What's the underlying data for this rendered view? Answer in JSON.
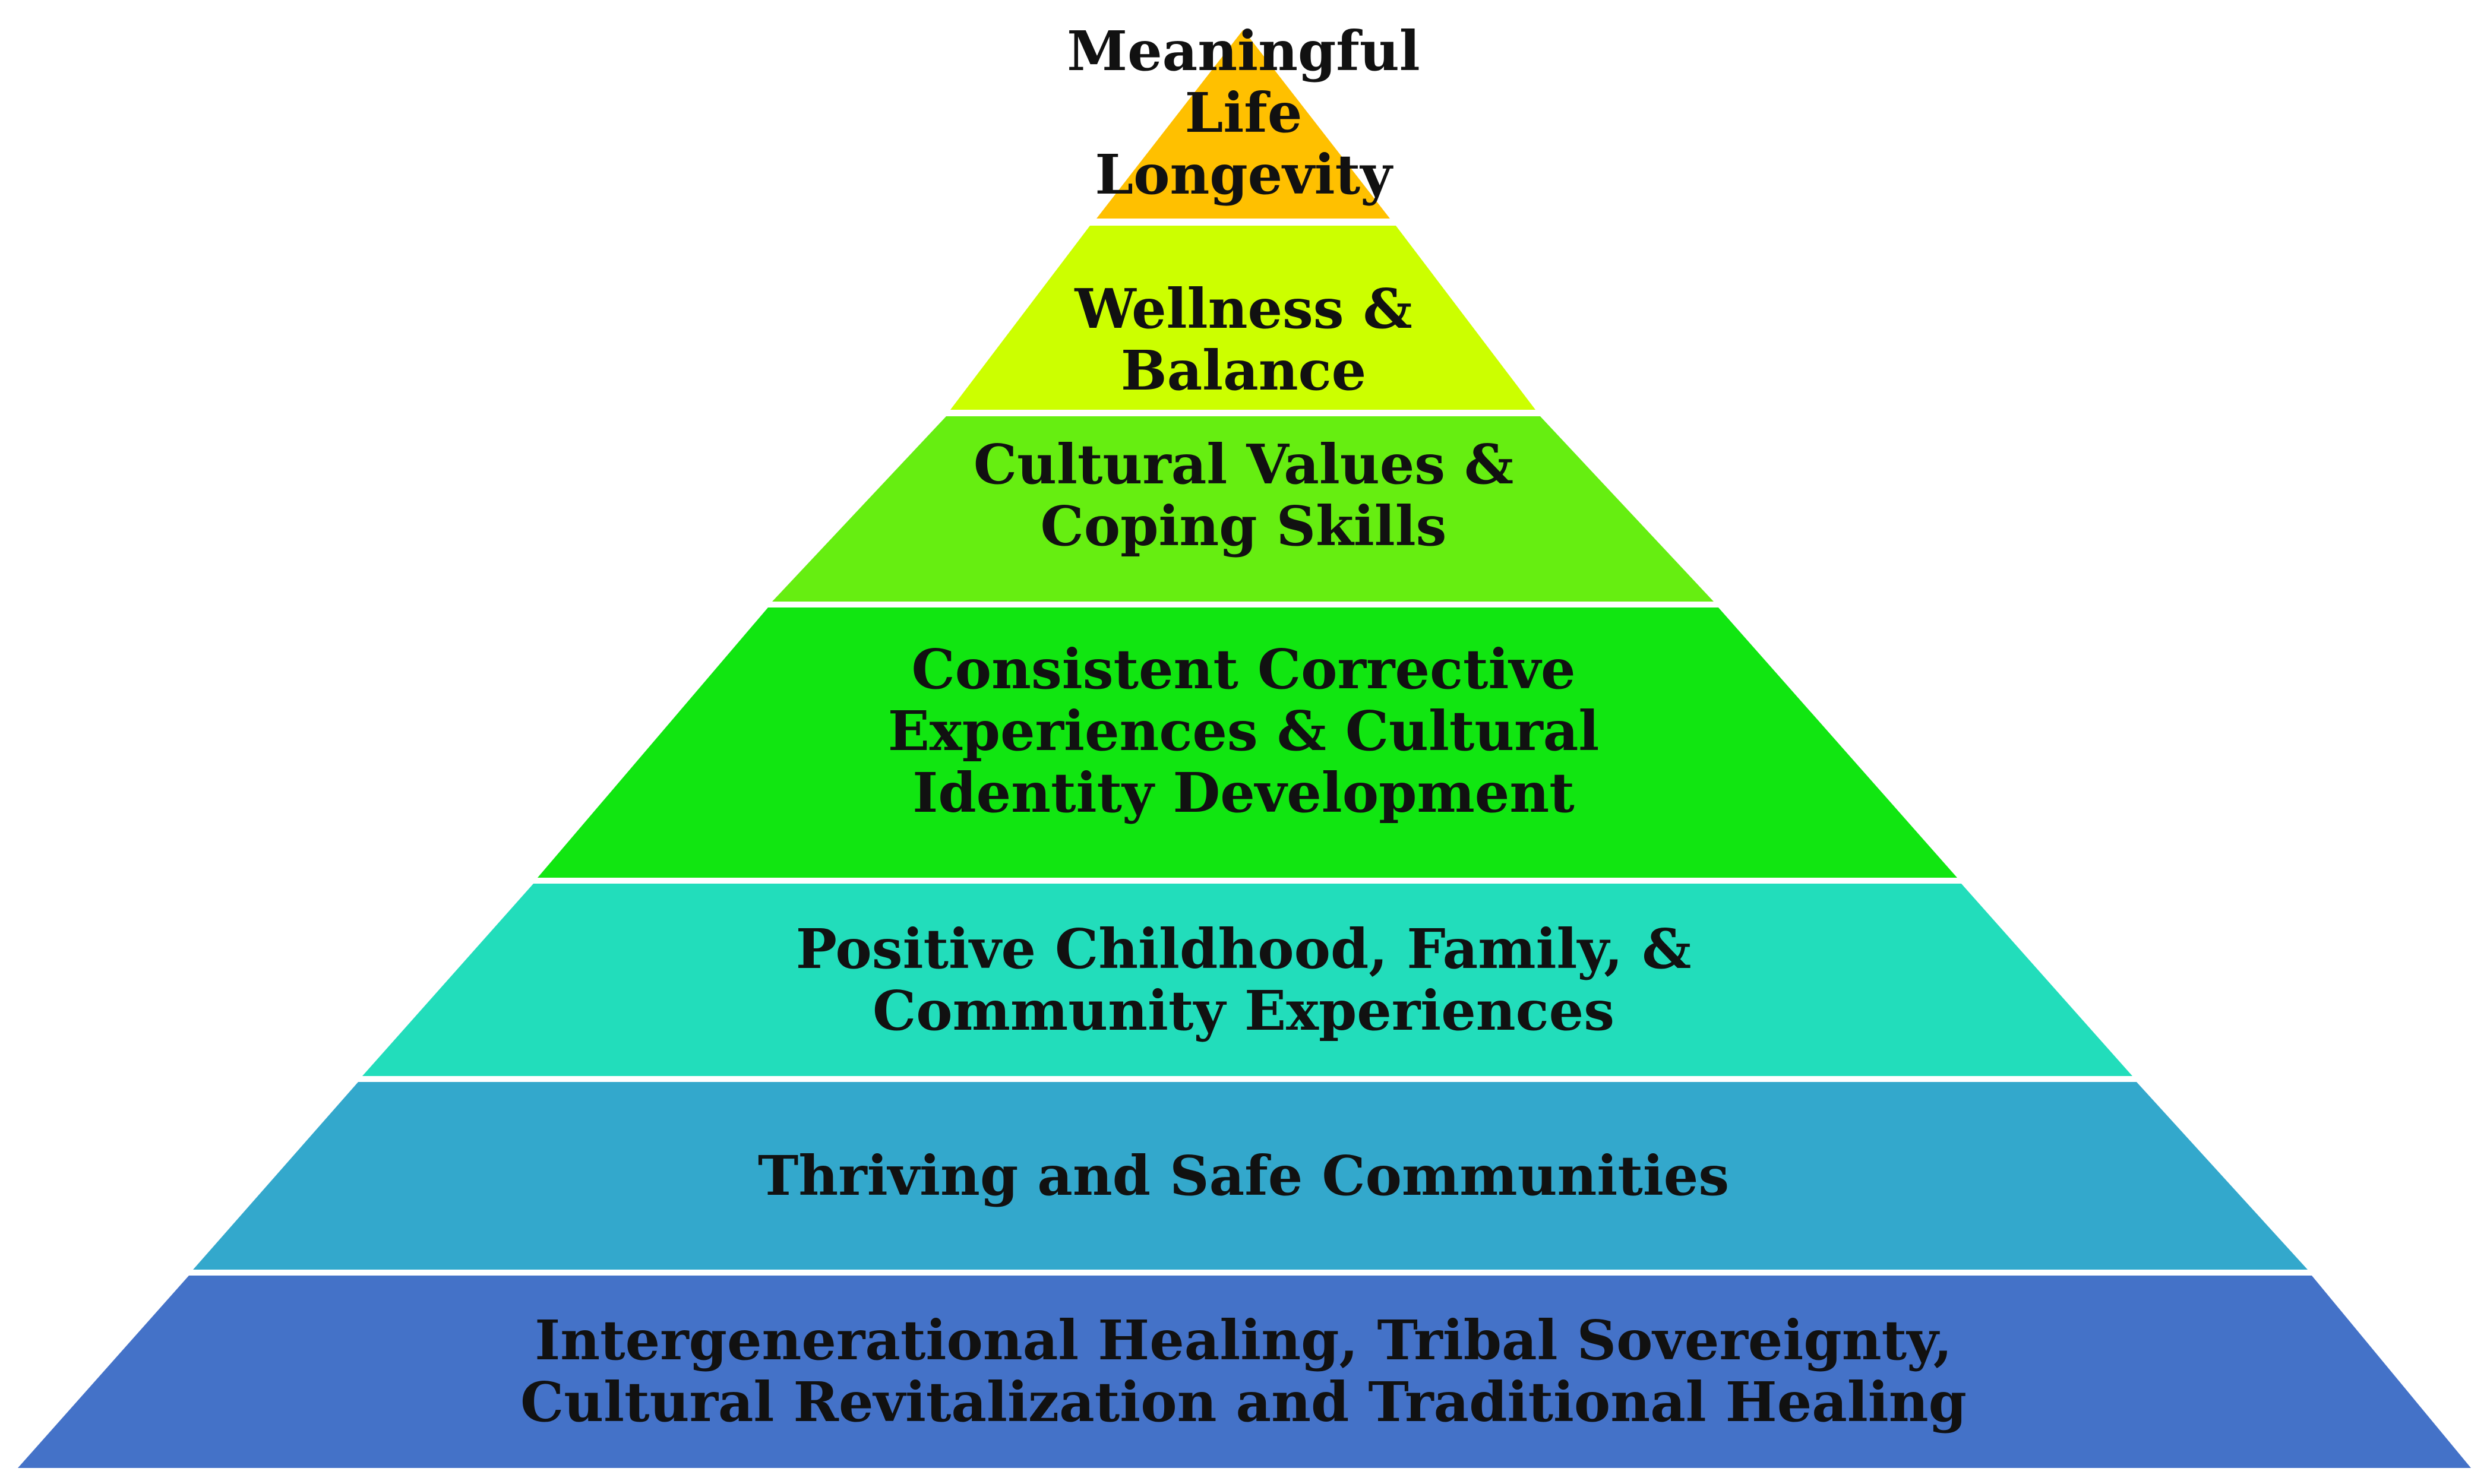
{
  "diagram": {
    "type": "pyramid",
    "tiers": [
      {
        "id": "meaningful-life-longevity",
        "lines": [
          "Meaningful",
          "Life",
          "Longevity"
        ],
        "color": "#FFC000"
      },
      {
        "id": "wellness-balance",
        "lines": [
          "Wellness &",
          "Balance"
        ],
        "color": "#CCFF00"
      },
      {
        "id": "cultural-values-coping",
        "lines": [
          "Cultural Values &",
          "Coping Skills"
        ],
        "color": "#66EE11"
      },
      {
        "id": "consistent-corrective",
        "lines": [
          "Consistent Corrective",
          "Experiences & Cultural",
          "Identity Development"
        ],
        "color": "#11E611"
      },
      {
        "id": "positive-childhood",
        "lines": [
          "Positive Childhood, Family, &",
          "Community Experiences"
        ],
        "color": "#22DDBB"
      },
      {
        "id": "thriving-safe",
        "lines": [
          "Thriving and Safe Communities"
        ],
        "color": "#33A8CC"
      },
      {
        "id": "intergenerational-healing",
        "lines": [
          "Intergenerational Healing, Tribal Sovereignty,",
          "Cultural Revitalization and Traditional Healing"
        ],
        "color": "#4472C8"
      }
    ]
  }
}
